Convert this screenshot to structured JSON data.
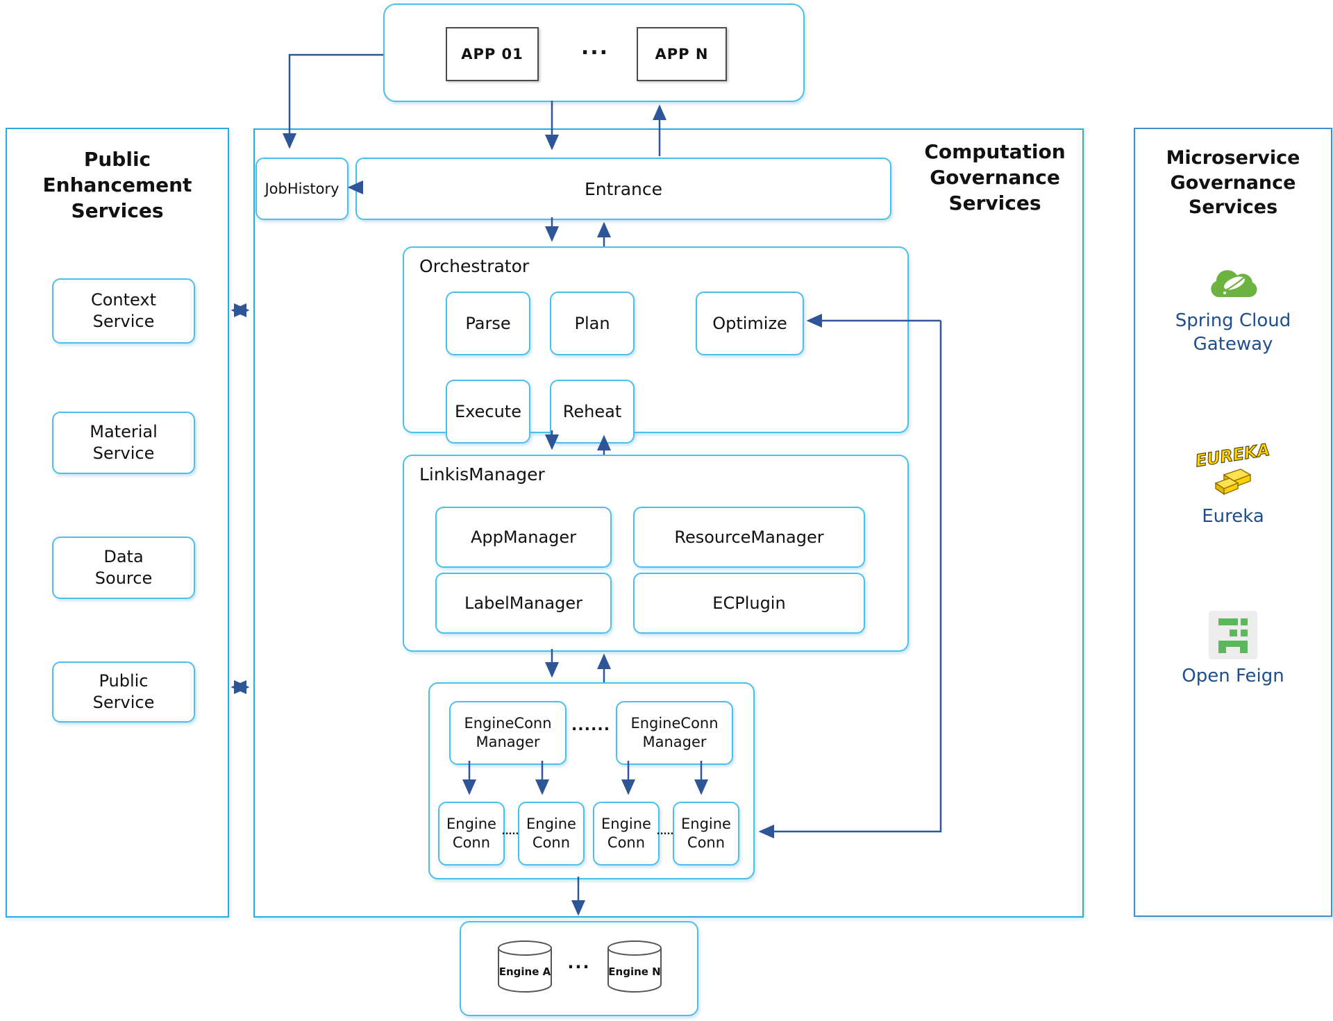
{
  "apps": {
    "app_01": "APP 01",
    "dots": "...",
    "app_n": "APP N"
  },
  "left_panel": {
    "title": "Public\nEnhancement\nServices",
    "items": [
      {
        "label": "Context\nService"
      },
      {
        "label": "Material\nService"
      },
      {
        "label": "Data\nSource"
      },
      {
        "label": "Public\nService"
      }
    ]
  },
  "middle_panel": {
    "title": "Computation\nGovernance\nServices",
    "job_history": "JobHistory",
    "entrance": "Entrance",
    "orchestrator": {
      "title": "Orchestrator",
      "items": [
        {
          "label": "Parse"
        },
        {
          "label": "Plan"
        },
        {
          "label": "Optimize"
        },
        {
          "label": "Execute"
        },
        {
          "label": "Reheat"
        }
      ]
    },
    "linkis_manager": {
      "title": "LinkisManager",
      "items": [
        {
          "label": "AppManager"
        },
        {
          "label": "ResourceManager"
        },
        {
          "label": "LabelManager"
        },
        {
          "label": "ECPlugin"
        }
      ]
    },
    "engine_area": {
      "manager_label": "EngineConn\nManager",
      "managers_dots": "......",
      "conn_label": "Engine\nConn",
      "conn_dots": "....."
    }
  },
  "right_panel": {
    "title": "Microservice\nGovernance\nServices",
    "spring": {
      "label": "Spring Cloud\nGateway"
    },
    "eureka": {
      "logo_text": "EUREKA",
      "label": "Eureka"
    },
    "feign": {
      "label": "Open Feign"
    }
  },
  "bottom": {
    "engine_a": "Engine A",
    "dots": "...",
    "engine_n": "Engine N"
  },
  "colors": {
    "panel_border": "#29ABE2",
    "inner_border": "#49C0EC",
    "arrow": "#2E5597",
    "logo_label": "#1E4E8C",
    "spring_green": "#6DB33F",
    "feign_green": "#5CB85C",
    "eureka_yellow": "#FFD400"
  }
}
